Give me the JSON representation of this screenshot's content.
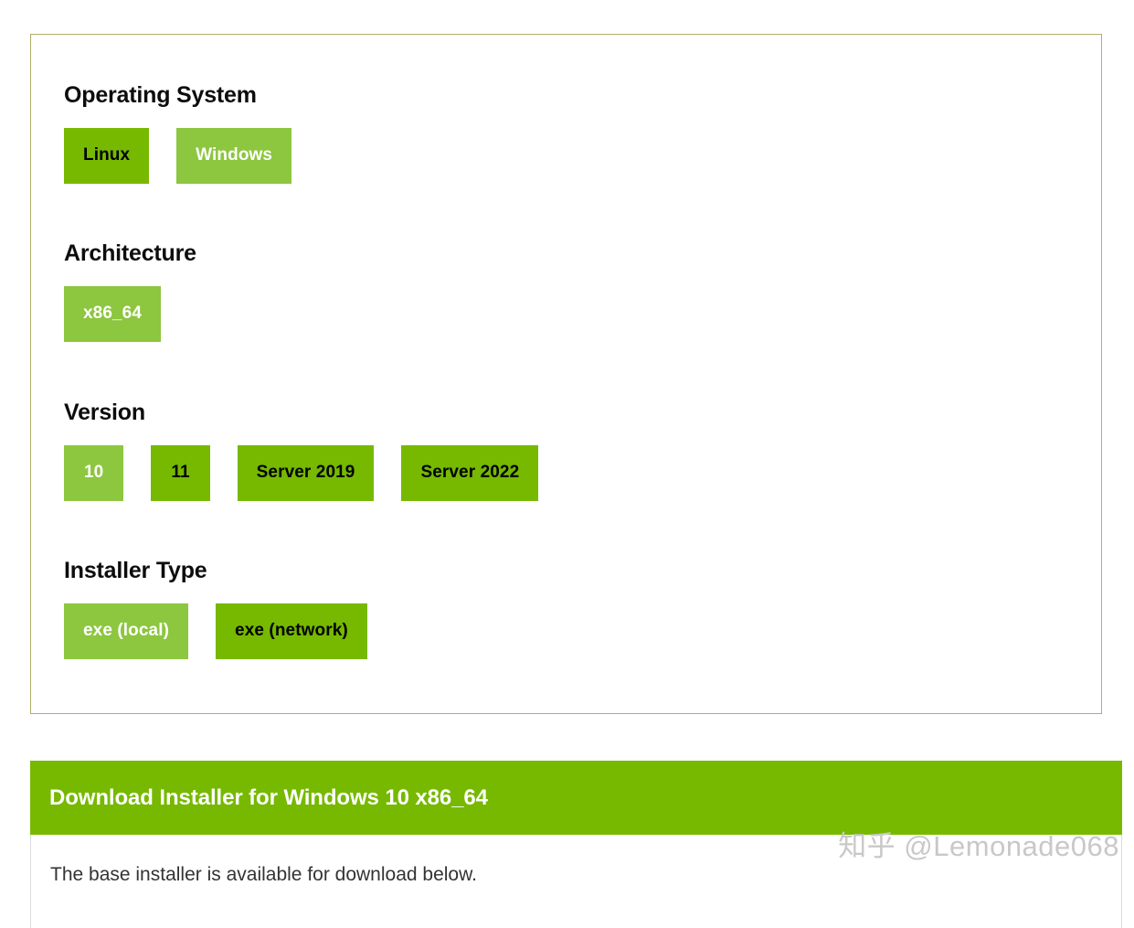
{
  "colors": {
    "accent_green": "#76b900",
    "selected_green": "#8dc63f",
    "card_border": "#b0b06a",
    "heading_text": "#0d0d0d",
    "body_text": "#333333",
    "watermark_text": "#c8c8c8"
  },
  "selector": {
    "sections": [
      {
        "id": "os",
        "heading": "Operating System",
        "options": [
          {
            "label": "Linux",
            "selected": false
          },
          {
            "label": "Windows",
            "selected": true
          }
        ]
      },
      {
        "id": "architecture",
        "heading": "Architecture",
        "options": [
          {
            "label": "x86_64",
            "selected": true
          }
        ]
      },
      {
        "id": "version",
        "heading": "Version",
        "options": [
          {
            "label": "10",
            "selected": true
          },
          {
            "label": "11",
            "selected": false
          },
          {
            "label": "Server 2019",
            "selected": false
          },
          {
            "label": "Server 2022",
            "selected": false
          }
        ]
      },
      {
        "id": "installer_type",
        "heading": "Installer Type",
        "options": [
          {
            "label": "exe (local)",
            "selected": true
          },
          {
            "label": "exe (network)",
            "selected": false
          }
        ]
      }
    ]
  },
  "download": {
    "banner_title": "Download Installer for Windows 10 x86_64",
    "body_text": "The base installer is available for download below."
  },
  "watermark": {
    "text": "知乎 @Lemonade068"
  }
}
